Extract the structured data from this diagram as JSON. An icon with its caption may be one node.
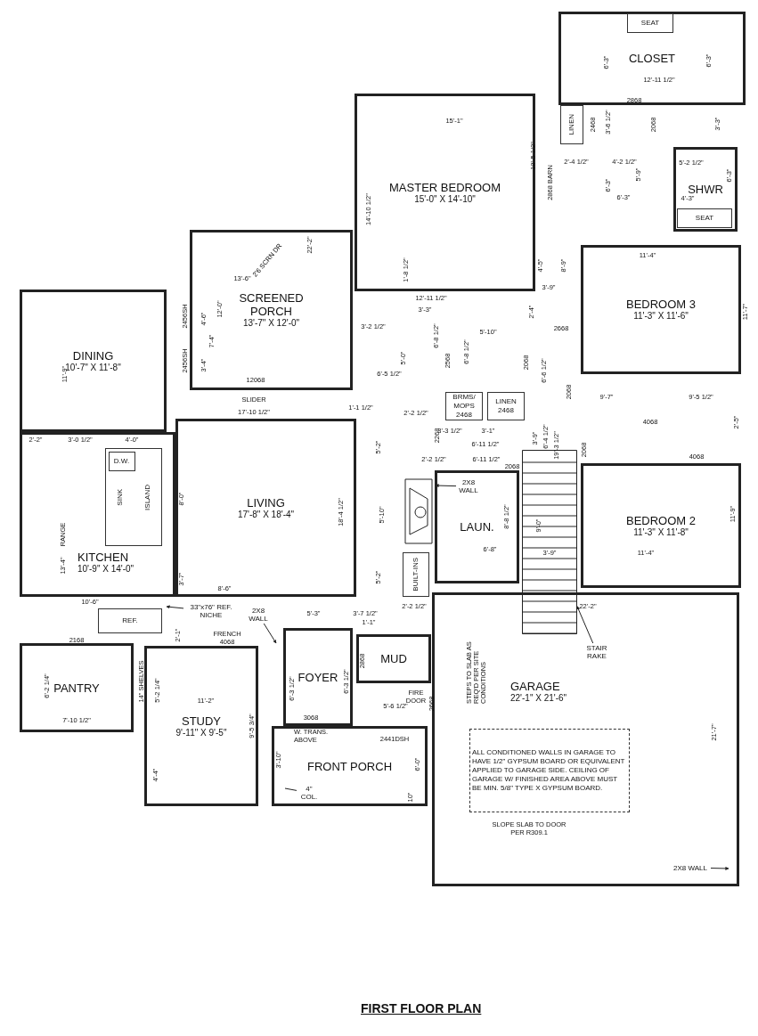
{
  "diagram": {
    "title": "FIRST FLOOR PLAN",
    "nodes": [
      {
        "text": [
          "CLOSET"
        ]
      },
      {
        "text": [
          "SEAT"
        ],
        "in": 0
      },
      {
        "text": [
          "MASTER BEDROOM",
          "15'-0\" X 14'-10\""
        ]
      },
      {
        "text": [
          "LINEN"
        ]
      },
      {
        "text": [
          "SHWR"
        ]
      },
      {
        "text": [
          "SEAT"
        ],
        "in": 4
      },
      {
        "text": [
          "SCREENED PORCH",
          "13'-7\" X 12'-0\""
        ]
      },
      {
        "text": [
          "BEDROOM 3",
          "11'-3\" X 11'-6\""
        ]
      },
      {
        "text": [
          "DINING",
          "10'-7\" X 11'-8\""
        ]
      },
      {
        "text": [
          "BRMS/ MOPS",
          "2468"
        ]
      },
      {
        "text": [
          "LINEN",
          "2468"
        ]
      },
      {
        "text": [
          "KITCHEN",
          "10'-9\" X 14'-0\""
        ]
      },
      {
        "text": [
          "SINK",
          "ISLAND"
        ],
        "in": 11
      },
      {
        "text": [
          "D.W."
        ],
        "in": 12
      },
      {
        "text": [
          "LIVING",
          "17'-8\" X 18'-4\""
        ]
      },
      {
        "text": [
          "LAUN."
        ]
      },
      {
        "text": [
          "BEDROOM 2",
          "11'-3\" X 11'-8\""
        ]
      },
      {
        "text": [
          "REF."
        ]
      },
      {
        "text": [
          "PANTRY"
        ]
      },
      {
        "text": [
          "STUDY",
          "9'-11\" X 9'-5\""
        ]
      },
      {
        "text": [
          "FOYER"
        ]
      },
      {
        "text": [
          "MUD"
        ]
      },
      {
        "text": [
          "GARAGE",
          "22'-1\" X 21'-6\""
        ]
      },
      {
        "text": [
          "ALL CONDITIONED WALLS IN GARAGE TO HAVE 1/2\" GYPSUM BOARD OR EQUIVALENT APPLIED TO GARAGE SIDE. CEILING OF GARAGE W/ FINISHED AREA ABOVE MUST BE MIN. 5/8\" TYPE X GYPSUM BOARD."
        ],
        "in": 22
      },
      {
        "text": [
          "FRONT PORCH"
        ]
      },
      {
        "text": [
          "BUILT-INS"
        ]
      },
      {
        "text": [
          "33\"x76\" REF. NICHE"
        ]
      },
      {
        "text": [
          "2X8 WALL"
        ]
      },
      {
        "text": [
          "2X8 WALL"
        ],
        "in": 15
      },
      {
        "text": [
          "STAIR RAKE"
        ],
        "in": 22
      },
      {
        "text": [
          "2X8 WALL"
        ],
        "in": 22
      },
      {
        "text": [
          "4\" COL."
        ],
        "in": 24
      },
      {
        "text": [],
        "shape": "picture"
      }
    ],
    "edges": [
      {
        "from": 26,
        "to": null,
        "arrow": "to"
      },
      {
        "from": 27,
        "to": null,
        "arrow": "to"
      },
      {
        "from": 28,
        "to": null,
        "arrow": "to"
      },
      {
        "from": 29,
        "to": 32,
        "arrow": "to"
      },
      {
        "from": 30,
        "to": null,
        "arrow": "to"
      },
      {
        "from": 31,
        "to": null,
        "arrow": "none"
      }
    ],
    "labels": [
      "6'-3\"",
      "12'-11 1/2\"",
      "6'-3\"",
      "15'-1\"",
      "2468",
      "3'-6 1/2\"",
      "2868",
      "2068",
      "3'-3\"",
      "2'-4 1/2\"",
      "4'-2 1/2\"",
      "5'-2 1/2\"",
      "5'-9\"",
      "18'-5 1/2\"",
      "2868 BARN",
      "6'-3\"",
      "6'-3\"",
      "4'-3\"",
      "6'-3\"",
      "14'-10 1/2\"",
      "2'6 SCRN DR",
      "22'-2\"",
      "4'-5\"",
      "8'-9\"",
      "11'-4\"",
      "13'-6\"",
      "1'-8 1/2\"",
      "12'-11 1/2\"",
      "3'-9\"",
      "12'-0\"",
      "3'-3\"",
      "4'-6\"",
      "2456SH",
      "2'-4\"",
      "11'-7\"",
      "3'-2 1/2\"",
      "5'-10\"",
      "2668",
      "7'-4\"",
      "6'-8 1/2\"",
      "6'-8 1/2\"",
      "5'-0\"",
      "2568",
      "2068",
      "6'-6 1/2\"",
      "3'-4\"",
      "2456SH",
      "11'-9\"",
      "6'-5 1/2\"",
      "12068",
      "2068",
      "9'-7\"",
      "9'-5 1/2\"",
      "SLIDER",
      "1'-1 1/2\"",
      "17'-10 1/2\"",
      "2'-2 1/2\"",
      "2'-5\"",
      "4068",
      "3'-3 1/2\"",
      "3'-1\"",
      "2268",
      "2'-2\"",
      "3'-0 1/2\"",
      "4'-0\"",
      "5'-2\"",
      "6'-11 1/2\"",
      "3'-9\"",
      "6'-4 1/2\"",
      "19'-3 1/2\"",
      "2068",
      "2'-2 1/2\"",
      "6'-11 1/2\"",
      "2068",
      "4068",
      "8'-0\"",
      "18'-4 1/2\"",
      "5'-10\"",
      "8'-8 1/2\"",
      "9'-0\"",
      "RANGE",
      "6'-8\"",
      "3'-9\"",
      "11'-4\"",
      "11'-9\"",
      "13'-4\"",
      "3'-7\"",
      "5'-2\"",
      "10'-6\"",
      "8'-6\"",
      "22'-2\"",
      "5'-3\"",
      "3'-7 1/2\"",
      "2'-2 1/2\"",
      "2'-1\"",
      "1'-1\"",
      "FRENCH 4068",
      "2168",
      "6'-2 1/4\"",
      "14\" SHELVES",
      "5'-2 1/4\"",
      "6'-3 1/2\"",
      "6'-3 1/2\"",
      "2868",
      "2668",
      "FIRE DOOR",
      "5'-6 1/2\"",
      "STEPS TO SLAB AS REQ'D PER SITE CONDITIONS",
      "7'-10 1/2\"",
      "11'-2\"",
      "3068",
      "9'-5 3/4\"",
      "W. TRANS. ABOVE",
      "2441DSH",
      "4'-4\"",
      "3'-10\"",
      "6'-0\"",
      "10\"",
      "SLOPE SLAB TO DOOR PER R309.1",
      "21'-7\""
    ]
  }
}
